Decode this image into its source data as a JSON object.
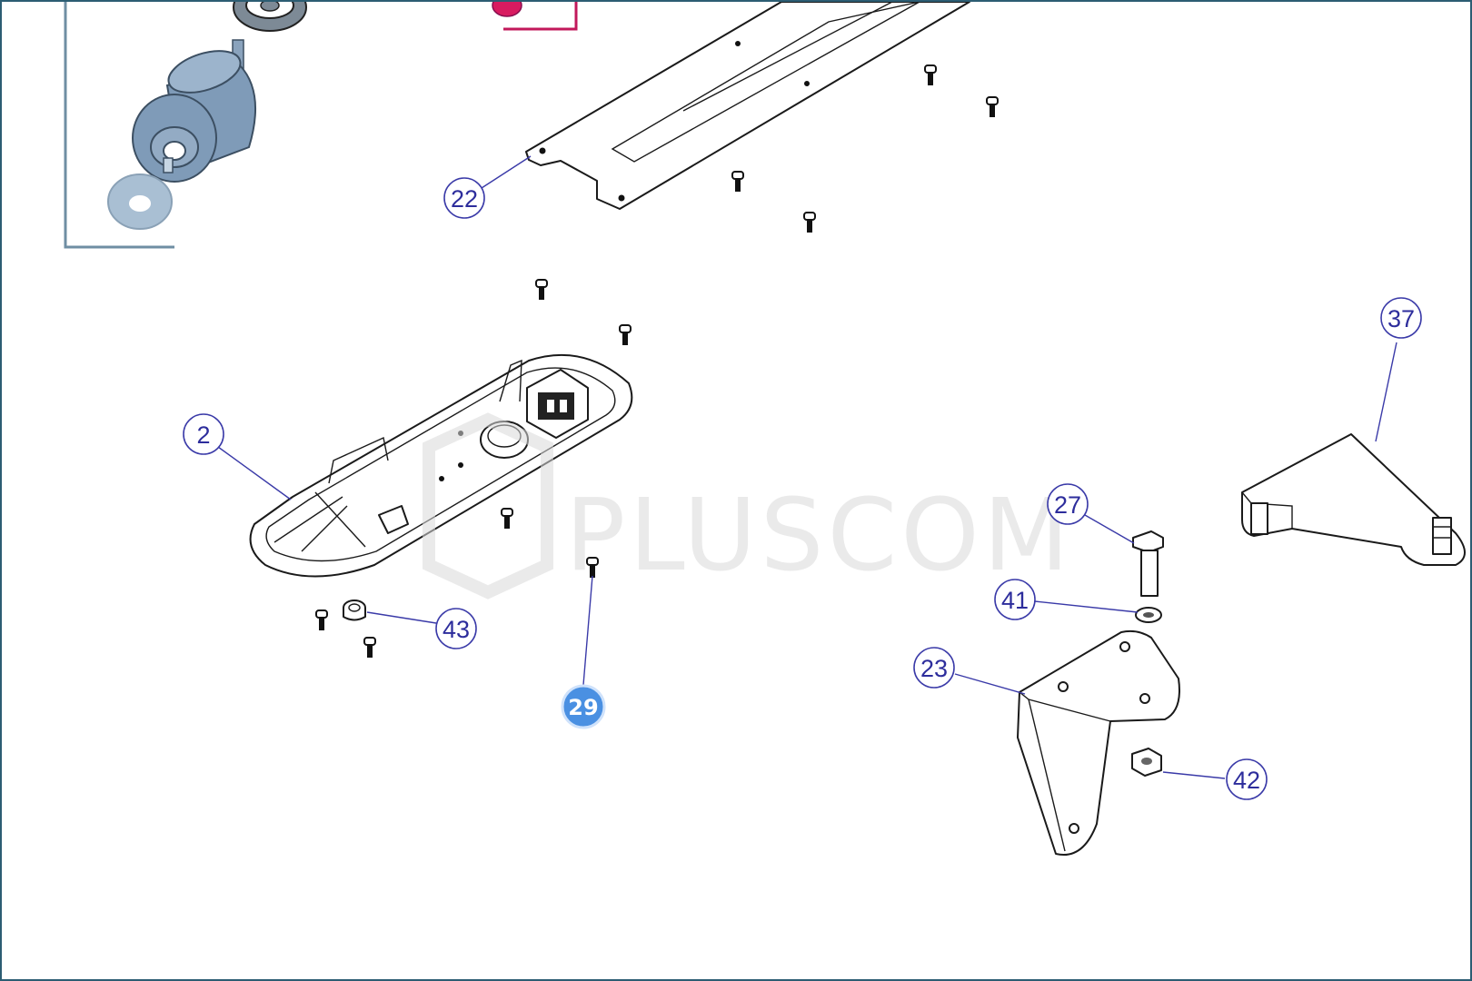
{
  "watermark": {
    "text": "PLUSCOM"
  },
  "callouts": {
    "c2": "2",
    "c22": "22",
    "c23": "23",
    "c27": "27",
    "c29": "29",
    "c37": "37",
    "c41": "41",
    "c42": "42",
    "c43": "43"
  },
  "active_callout": "29",
  "colors": {
    "frame": "#2c5d73",
    "callout_ink": "#2d2d9c",
    "active_badge": "#4a90e2",
    "motor": "#7f9bb8",
    "highlight_box": "#c2185b"
  },
  "icons": {
    "callout": "numbered-circle",
    "screw": "screw-icon"
  }
}
